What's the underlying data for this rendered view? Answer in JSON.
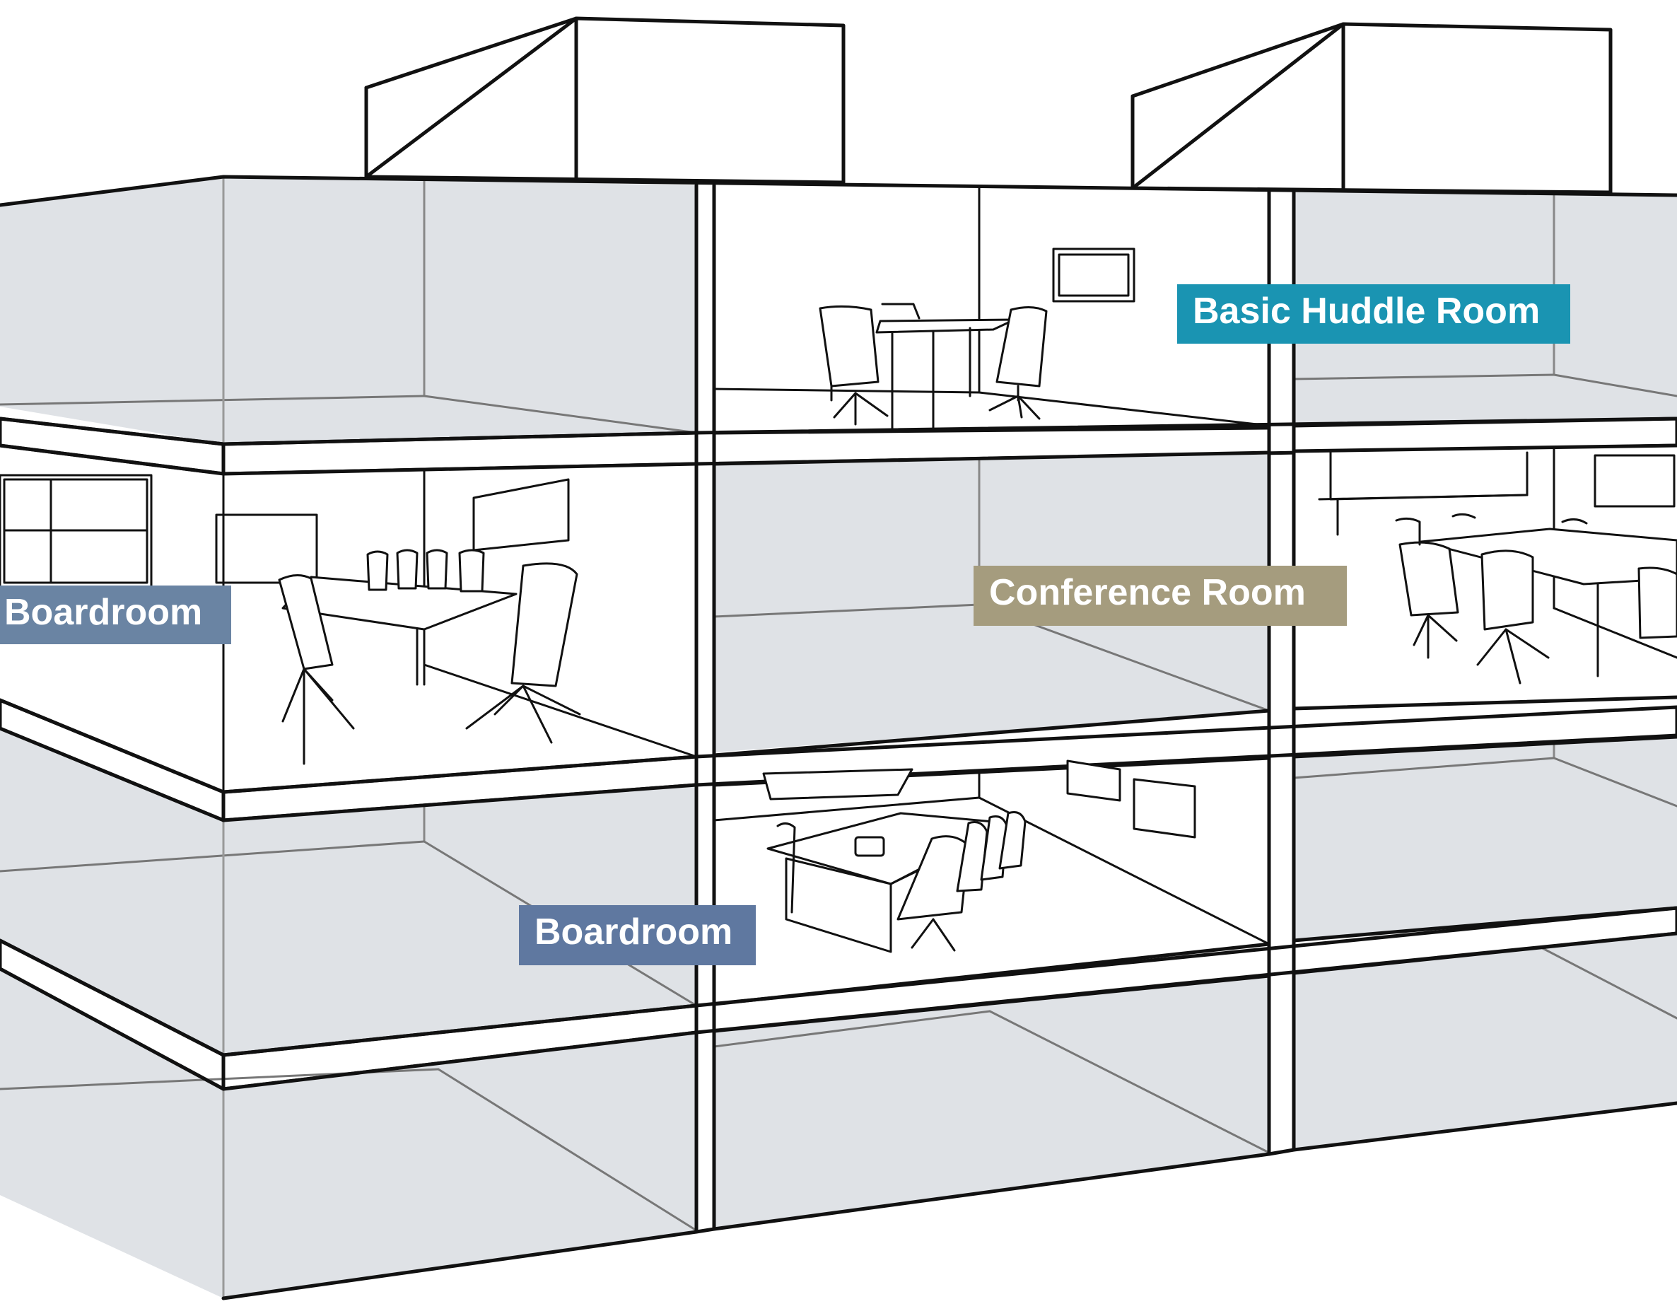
{
  "labels": {
    "huddle": {
      "text": "Basic Huddle Room",
      "color": "#1a94b2"
    },
    "conference": {
      "text": "Conference Room",
      "color": "#a59c7e"
    },
    "boardroom_left": {
      "text": "Boardroom",
      "color": "#6a84a3"
    },
    "boardroom_bottom": {
      "text": "Boardroom",
      "color": "#5f78a0"
    }
  },
  "colors": {
    "wall_fill": "#dfe2e6",
    "room_fill": "#ffffff",
    "outline": "#111111"
  }
}
